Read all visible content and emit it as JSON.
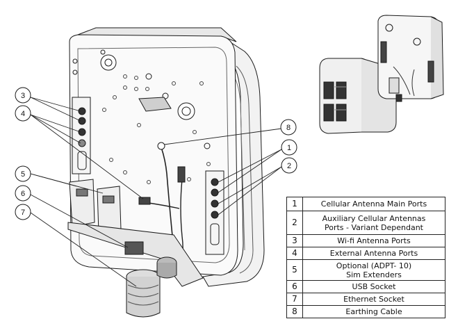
{
  "callouts": [
    "3",
    "4",
    "5",
    "6",
    "7",
    "8",
    "1",
    "2"
  ],
  "legend": [
    {
      "num": "1",
      "lines": [
        "Cellular Antenna Main Ports"
      ]
    },
    {
      "num": "2",
      "lines": [
        "Auxiliary Cellular Antennas",
        "Ports - Variant Dependant"
      ]
    },
    {
      "num": "3",
      "lines": [
        "Wi-fi Antenna Ports"
      ]
    },
    {
      "num": "4",
      "lines": [
        "External Antenna Ports"
      ]
    },
    {
      "num": "5",
      "lines": [
        "Optional (ADPT- 10)",
        "Sim Extenders"
      ]
    },
    {
      "num": "6",
      "lines": [
        "USB Socket"
      ]
    },
    {
      "num": "7",
      "lines": [
        "Ethernet Socket"
      ]
    },
    {
      "num": "8",
      "lines": [
        "Earthing Cable"
      ]
    }
  ]
}
